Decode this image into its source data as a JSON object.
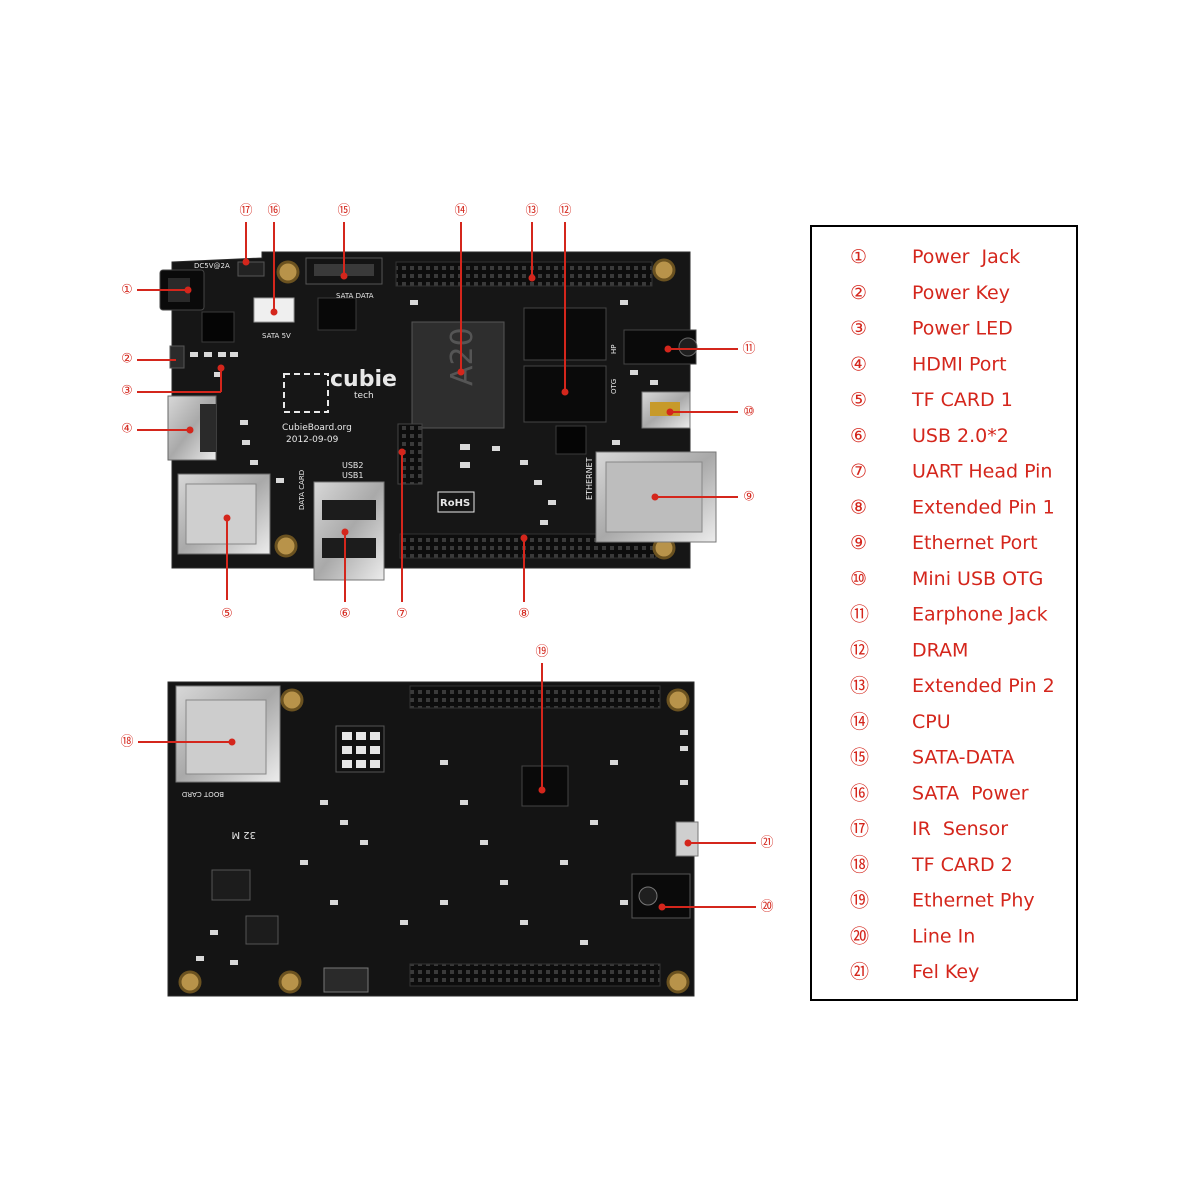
{
  "colors": {
    "accent": "#d4261c",
    "board": "#161616",
    "pcb_dark": "#0b0b0b",
    "legend_border": "#000000"
  },
  "top_board": {
    "silkscreen": {
      "brand_top": "cubie",
      "brand_bottom": "tech",
      "site": "CubieBoard.org",
      "date": "2012-09-09",
      "chip": "A20",
      "sata_data": "SATA DATA",
      "sata_5v": "SATA 5V",
      "dc": "DC5V@2A",
      "usb2": "USB2",
      "usb1": "USB1",
      "ethernet": "ETHERNET",
      "data_card": "DATA CARD",
      "rohs": "RoHS",
      "otg": "OTG",
      "hp": "HP"
    }
  },
  "bottom_board": {
    "silkscreen": {
      "boot_card": "BOOT CARD",
      "num": "32 M"
    }
  },
  "callouts": [
    {
      "n": "1",
      "num": "①"
    },
    {
      "n": "2",
      "num": "②"
    },
    {
      "n": "3",
      "num": "③"
    },
    {
      "n": "4",
      "num": "④"
    },
    {
      "n": "5",
      "num": "⑤"
    },
    {
      "n": "6",
      "num": "⑥"
    },
    {
      "n": "7",
      "num": "⑦"
    },
    {
      "n": "8",
      "num": "⑧"
    },
    {
      "n": "9",
      "num": "⑨"
    },
    {
      "n": "10",
      "num": "⑩"
    },
    {
      "n": "11",
      "num": "⑪"
    },
    {
      "n": "12",
      "num": "⑫"
    },
    {
      "n": "13",
      "num": "⑬"
    },
    {
      "n": "14",
      "num": "⑭"
    },
    {
      "n": "15",
      "num": "⑮"
    },
    {
      "n": "16",
      "num": "⑯"
    },
    {
      "n": "17",
      "num": "⑰"
    },
    {
      "n": "18",
      "num": "⑱"
    },
    {
      "n": "19",
      "num": "⑲"
    },
    {
      "n": "20",
      "num": "⑳"
    },
    {
      "n": "21",
      "num": "㉑"
    }
  ],
  "legend": [
    {
      "num": "①",
      "label": "Power  Jack"
    },
    {
      "num": "②",
      "label": "Power Key"
    },
    {
      "num": "③",
      "label": "Power LED"
    },
    {
      "num": "④",
      "label": "HDMI Port"
    },
    {
      "num": "⑤",
      "label": "TF CARD 1"
    },
    {
      "num": "⑥",
      "label": "USB 2.0*2"
    },
    {
      "num": "⑦",
      "label": "UART Head Pin"
    },
    {
      "num": "⑧",
      "label": "Extended Pin 1"
    },
    {
      "num": "⑨",
      "label": "Ethernet Port"
    },
    {
      "num": "⑩",
      "label": "Mini USB OTG"
    },
    {
      "num": "⑪",
      "label": "Earphone Jack"
    },
    {
      "num": "⑫",
      "label": "DRAM"
    },
    {
      "num": "⑬",
      "label": "Extended Pin 2"
    },
    {
      "num": "⑭",
      "label": "CPU"
    },
    {
      "num": "⑮",
      "label": "SATA-DATA"
    },
    {
      "num": "⑯",
      "label": "SATA  Power"
    },
    {
      "num": "⑰",
      "label": "IR  Sensor"
    },
    {
      "num": "⑱",
      "label": "TF CARD 2"
    },
    {
      "num": "⑲",
      "label": "Ethernet Phy"
    },
    {
      "num": "⑳",
      "label": "Line In"
    },
    {
      "num": "㉑",
      "label": "Fel Key"
    }
  ]
}
